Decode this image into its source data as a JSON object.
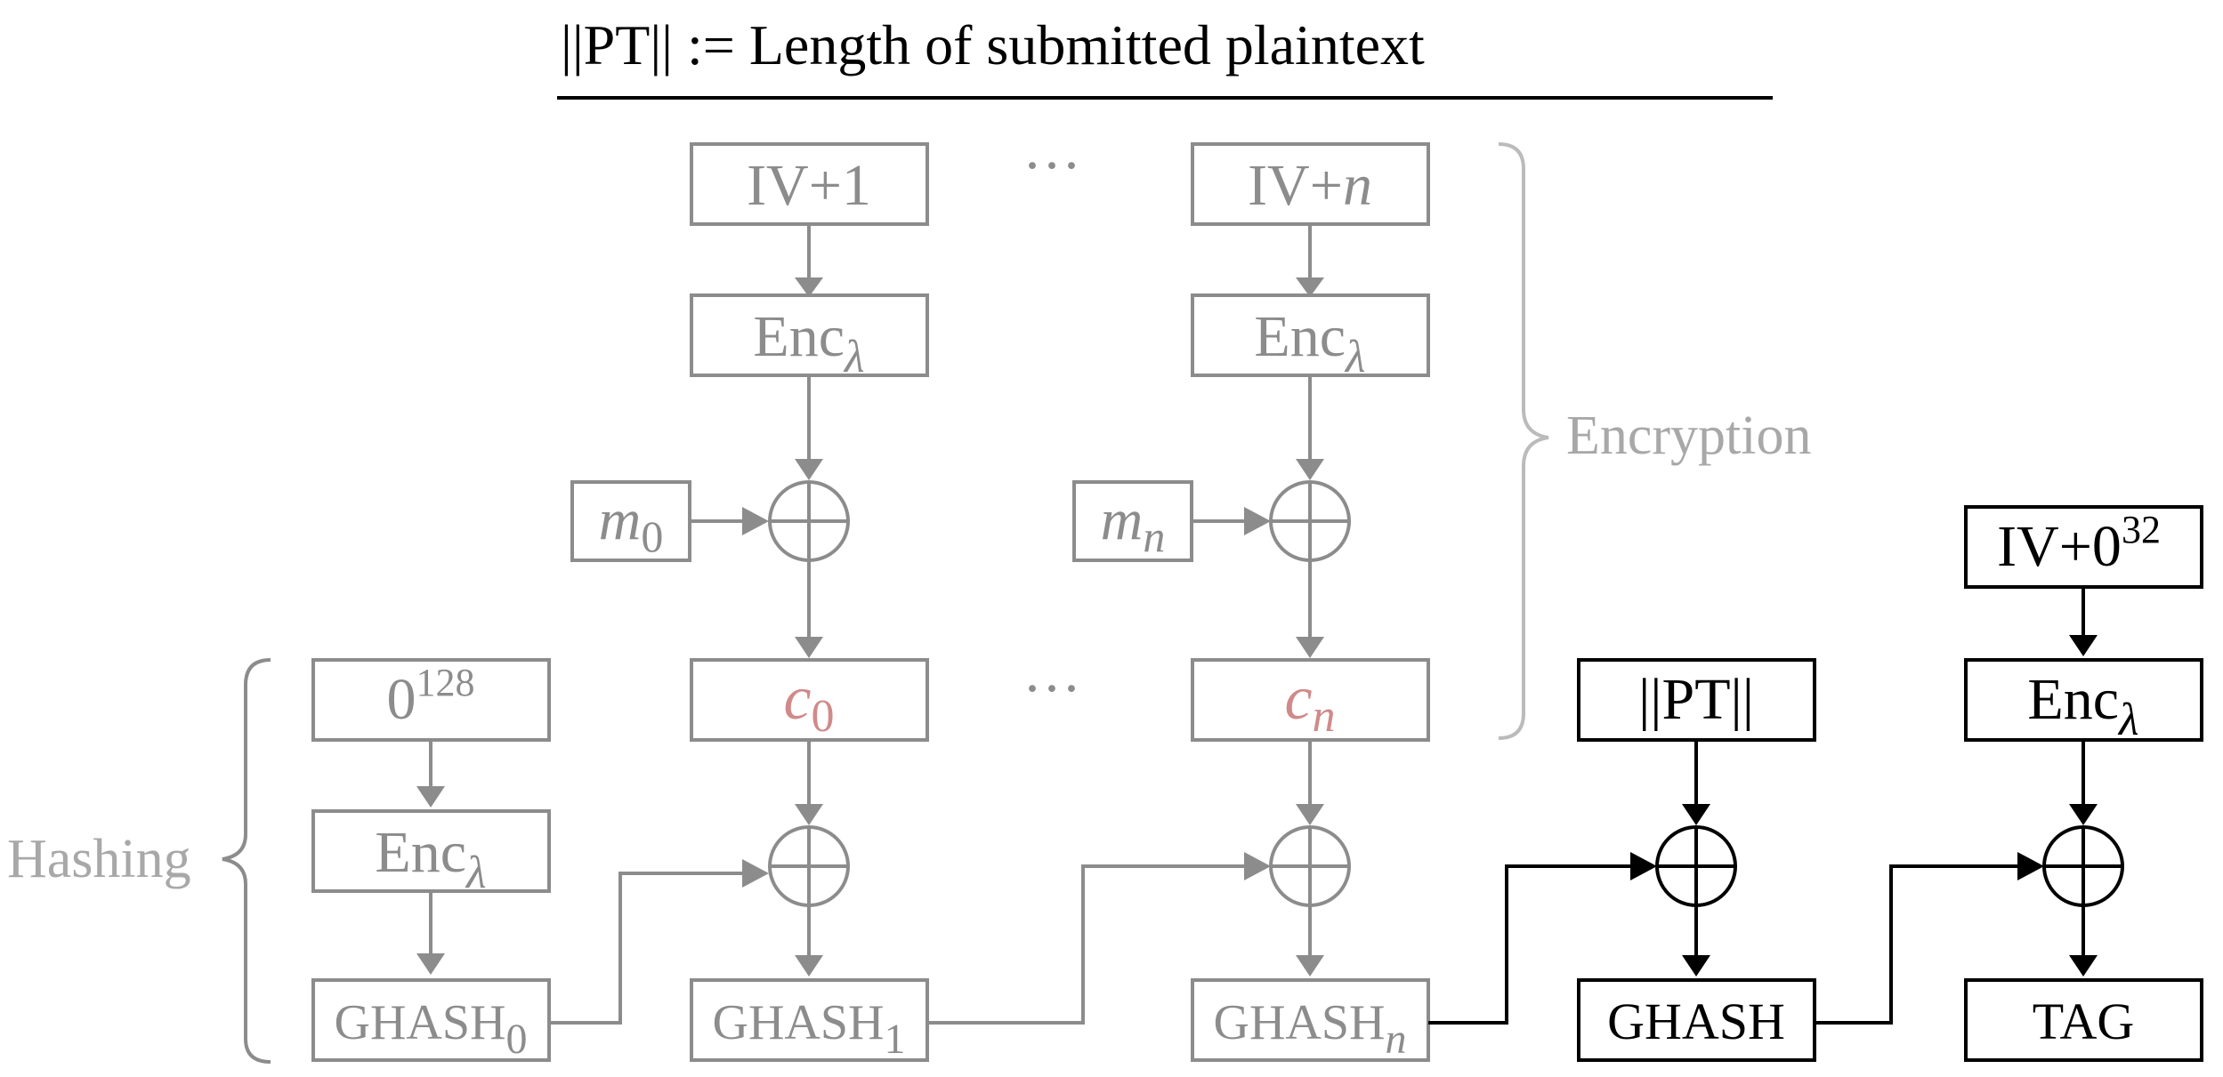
{
  "header": {
    "title": "||PT|| := Length of submitted plaintext"
  },
  "encryption": {
    "label": "Encryption",
    "iv_first": "IV+1",
    "iv_last_prefix": "IV+",
    "iv_last_var": "n",
    "enc_label": "Enc",
    "enc_sub": "λ",
    "ellipsis": "···",
    "m0_var": "m",
    "m0_sub": "0",
    "mn_var": "m",
    "mn_sub": "n",
    "c0_var": "c",
    "c0_sub": "0",
    "cn_var": "c",
    "cn_sub": "n"
  },
  "hashing": {
    "label": "Hashing",
    "zero_base": "0",
    "zero_exp": "128",
    "enc_label": "Enc",
    "enc_sub": "λ",
    "ghash_label": "GHASH",
    "ghash0_sub": "0",
    "ghash1_sub": "1",
    "ghashn_sub": "n"
  },
  "final": {
    "pt_len": "||PT||",
    "ghash": "GHASH",
    "iv_base": "IV+0",
    "iv_exp": "32",
    "enc_label": "Enc",
    "enc_sub": "λ",
    "tag": "TAG"
  },
  "colors": {
    "gray": "#8c8c8c",
    "light_gray": "#bbbbbb",
    "black": "#000000",
    "ciphertext_red": "#d08a8a"
  }
}
